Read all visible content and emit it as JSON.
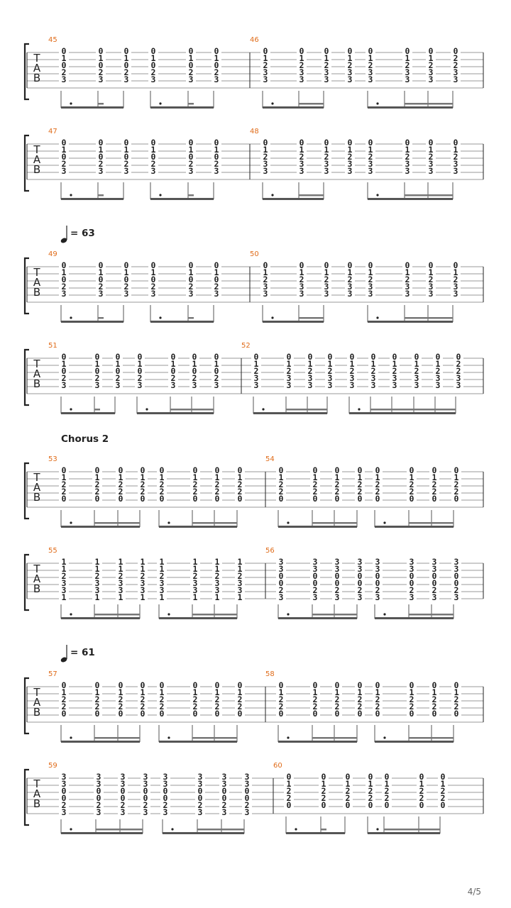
{
  "score": {
    "clef_letters": [
      "T",
      "A",
      "B"
    ],
    "page_number": "4/5",
    "section_labels": [
      {
        "label": "Chorus 2",
        "system": 4
      }
    ],
    "tempo_marks": [
      {
        "value": "= 63",
        "system": 2
      },
      {
        "value": "= 61",
        "system": 6
      }
    ],
    "systems": [
      {
        "measures": [
          {
            "number": "45",
            "strings": 5,
            "beats": [
              [
                "0",
                "1",
                "0",
                "2",
                "3"
              ],
              [
                "0",
                "1",
                "0",
                "2",
                "3"
              ],
              [
                "0",
                "1",
                "0",
                "2",
                "3"
              ],
              [
                "0",
                "1",
                "0",
                "2",
                "3"
              ],
              [
                "0",
                "1",
                "0",
                "2",
                "3"
              ],
              [
                "0",
                "1",
                "0",
                "2",
                "3"
              ]
            ]
          },
          {
            "number": "46",
            "strings": 5,
            "beats": [
              [
                "0",
                "1",
                "2",
                "3",
                "3"
              ],
              [
                "0",
                "1",
                "2",
                "3",
                "3"
              ],
              [
                "0",
                "1",
                "2",
                "3",
                "3"
              ],
              [
                "0",
                "1",
                "2",
                "3",
                "3"
              ],
              [
                "0",
                "1",
                "2",
                "3",
                "3"
              ],
              [
                "0",
                "1",
                "2",
                "3",
                "3"
              ],
              [
                "0",
                "1",
                "2",
                "3",
                "3"
              ],
              [
                "0",
                "2",
                "2",
                "3",
                "3"
              ]
            ]
          }
        ]
      },
      {
        "measures": [
          {
            "number": "47",
            "strings": 5,
            "beats": [
              [
                "0",
                "1",
                "0",
                "2",
                "3"
              ],
              [
                "0",
                "1",
                "0",
                "2",
                "3"
              ],
              [
                "0",
                "1",
                "0",
                "2",
                "3"
              ],
              [
                "0",
                "1",
                "0",
                "2",
                "3"
              ],
              [
                "0",
                "1",
                "0",
                "2",
                "3"
              ],
              [
                "0",
                "1",
                "0",
                "2",
                "3"
              ]
            ]
          },
          {
            "number": "48",
            "strings": 5,
            "beats": [
              [
                "0",
                "1",
                "2",
                "3",
                "3"
              ],
              [
                "0",
                "1",
                "2",
                "3",
                "3"
              ],
              [
                "0",
                "1",
                "2",
                "3",
                "3"
              ],
              [
                "0",
                "1",
                "2",
                "3",
                "3"
              ],
              [
                "0",
                "1",
                "2",
                "3",
                "3"
              ],
              [
                "0",
                "1",
                "2",
                "3",
                "3"
              ],
              [
                "0",
                "1",
                "2",
                "3",
                "3"
              ],
              [
                "0",
                "1",
                "2",
                "3",
                "3"
              ]
            ]
          }
        ]
      },
      {
        "measures": [
          {
            "number": "49",
            "strings": 5,
            "beats": [
              [
                "0",
                "1",
                "0",
                "2",
                "3"
              ],
              [
                "0",
                "1",
                "0",
                "2",
                "3"
              ],
              [
                "0",
                "1",
                "0",
                "2",
                "3"
              ],
              [
                "0",
                "1",
                "0",
                "2",
                "3"
              ],
              [
                "0",
                "1",
                "0",
                "2",
                "3"
              ],
              [
                "0",
                "1",
                "0",
                "2",
                "3"
              ]
            ]
          },
          {
            "number": "50",
            "strings": 5,
            "beats": [
              [
                "0",
                "1",
                "2",
                "3",
                "3"
              ],
              [
                "0",
                "1",
                "2",
                "3",
                "3"
              ],
              [
                "0",
                "1",
                "2",
                "3",
                "3"
              ],
              [
                "0",
                "1",
                "2",
                "3",
                "3"
              ],
              [
                "0",
                "1",
                "2",
                "3",
                "3"
              ],
              [
                "0",
                "1",
                "2",
                "3",
                "3"
              ],
              [
                "0",
                "1",
                "2",
                "3",
                "3"
              ],
              [
                "0",
                "1",
                "2",
                "3",
                "3"
              ]
            ]
          }
        ]
      },
      {
        "measures": [
          {
            "number": "51",
            "strings": 5,
            "beats": [
              [
                "0",
                "1",
                "0",
                "2",
                "3"
              ],
              [
                "0",
                "1",
                "0",
                "2",
                "3"
              ],
              [
                "0",
                "1",
                "0",
                "2",
                "3"
              ],
              [
                "0",
                "1",
                "0",
                "2",
                "3"
              ],
              [
                "0",
                "1",
                "0",
                "2",
                "3"
              ],
              [
                "0",
                "1",
                "0",
                "2",
                "3"
              ],
              [
                "0",
                "1",
                "0",
                "2",
                "3"
              ]
            ]
          },
          {
            "number": "52",
            "strings": 5,
            "beats": [
              [
                "0",
                "1",
                "2",
                "3",
                "3"
              ],
              [
                "0",
                "1",
                "2",
                "3",
                "3"
              ],
              [
                "0",
                "1",
                "2",
                "3",
                "3"
              ],
              [
                "0",
                "1",
                "2",
                "3",
                "3"
              ],
              [
                "0",
                "1",
                "2",
                "3",
                "3"
              ],
              [
                "0",
                "1",
                "2",
                "3",
                "3"
              ],
              [
                "0",
                "1",
                "2",
                "3",
                "3"
              ],
              [
                "0",
                "1",
                "2",
                "3",
                "3"
              ],
              [
                "0",
                "1",
                "2",
                "3",
                "3"
              ],
              [
                "0",
                "2",
                "2",
                "3",
                "3"
              ]
            ]
          }
        ]
      },
      {
        "measures": [
          {
            "number": "53",
            "strings": 5,
            "beats": [
              [
                "0",
                "1",
                "2",
                "2",
                "0"
              ],
              [
                "0",
                "1",
                "2",
                "2",
                "0"
              ],
              [
                "0",
                "1",
                "2",
                "2",
                "0"
              ],
              [
                "0",
                "1",
                "2",
                "2",
                "0"
              ],
              [
                "0",
                "1",
                "2",
                "2",
                "0"
              ],
              [
                "0",
                "1",
                "2",
                "2",
                "0"
              ],
              [
                "0",
                "1",
                "2",
                "2",
                "0"
              ],
              [
                "0",
                "1",
                "2",
                "2",
                "0"
              ]
            ]
          },
          {
            "number": "54",
            "strings": 5,
            "beats": [
              [
                "0",
                "1",
                "2",
                "2",
                "0"
              ],
              [
                "0",
                "1",
                "2",
                "2",
                "0"
              ],
              [
                "0",
                "1",
                "2",
                "2",
                "0"
              ],
              [
                "0",
                "1",
                "2",
                "2",
                "0"
              ],
              [
                "0",
                "1",
                "2",
                "2",
                "0"
              ],
              [
                "0",
                "1",
                "2",
                "2",
                "0"
              ],
              [
                "0",
                "1",
                "2",
                "2",
                "0"
              ],
              [
                "0",
                "1",
                "2",
                "2",
                "0"
              ]
            ]
          }
        ]
      },
      {
        "measures": [
          {
            "number": "55",
            "strings": 6,
            "beats": [
              [
                "1",
                "1",
                "2",
                "3",
                "3",
                "1"
              ],
              [
                "1",
                "1",
                "2",
                "3",
                "3",
                "1"
              ],
              [
                "1",
                "1",
                "2",
                "3",
                "3",
                "1"
              ],
              [
                "1",
                "1",
                "2",
                "3",
                "3",
                "1"
              ],
              [
                "1",
                "1",
                "2",
                "3",
                "3",
                "1"
              ],
              [
                "1",
                "1",
                "2",
                "3",
                "3",
                "1"
              ],
              [
                "1",
                "1",
                "2",
                "3",
                "3",
                "1"
              ],
              [
                "1",
                "1",
                "2",
                "3",
                "3",
                "1"
              ]
            ]
          },
          {
            "number": "56",
            "strings": 6,
            "beats": [
              [
                "3",
                "3",
                "0",
                "0",
                "2",
                "3"
              ],
              [
                "3",
                "3",
                "0",
                "0",
                "2",
                "3"
              ],
              [
                "3",
                "3",
                "0",
                "0",
                "2",
                "3"
              ],
              [
                "3",
                "3",
                "0",
                "0",
                "2",
                "3"
              ],
              [
                "3",
                "3",
                "0",
                "0",
                "2",
                "3"
              ],
              [
                "3",
                "3",
                "0",
                "0",
                "2",
                "3"
              ],
              [
                "3",
                "3",
                "0",
                "0",
                "2",
                "3"
              ],
              [
                "3",
                "3",
                "0",
                "0",
                "2",
                "3"
              ]
            ]
          }
        ]
      },
      {
        "measures": [
          {
            "number": "57",
            "strings": 5,
            "beats": [
              [
                "0",
                "1",
                "2",
                "2",
                "0"
              ],
              [
                "0",
                "1",
                "2",
                "2",
                "0"
              ],
              [
                "0",
                "1",
                "2",
                "2",
                "0"
              ],
              [
                "0",
                "1",
                "2",
                "2",
                "0"
              ],
              [
                "0",
                "1",
                "2",
                "2",
                "0"
              ],
              [
                "0",
                "1",
                "2",
                "2",
                "0"
              ],
              [
                "0",
                "1",
                "2",
                "2",
                "0"
              ],
              [
                "0",
                "1",
                "2",
                "2",
                "0"
              ]
            ]
          },
          {
            "number": "58",
            "strings": 5,
            "beats": [
              [
                "0",
                "1",
                "2",
                "2",
                "0"
              ],
              [
                "0",
                "1",
                "2",
                "2",
                "0"
              ],
              [
                "0",
                "1",
                "2",
                "2",
                "0"
              ],
              [
                "0",
                "1",
                "2",
                "2",
                "0"
              ],
              [
                "0",
                "1",
                "2",
                "2",
                "0"
              ],
              [
                "0",
                "1",
                "2",
                "2",
                "0"
              ],
              [
                "0",
                "1",
                "2",
                "2",
                "0"
              ],
              [
                "0",
                "1",
                "2",
                "2",
                "0"
              ]
            ]
          }
        ]
      },
      {
        "measures": [
          {
            "number": "59",
            "strings": 6,
            "beats": [
              [
                "3",
                "3",
                "0",
                "0",
                "2",
                "3"
              ],
              [
                "3",
                "3",
                "0",
                "0",
                "2",
                "3"
              ],
              [
                "3",
                "3",
                "0",
                "0",
                "2",
                "3"
              ],
              [
                "3",
                "3",
                "0",
                "0",
                "2",
                "3"
              ],
              [
                "3",
                "3",
                "0",
                "0",
                "2",
                "3"
              ],
              [
                "3",
                "3",
                "0",
                "0",
                "2",
                "3"
              ],
              [
                "3",
                "3",
                "0",
                "0",
                "2",
                "3"
              ],
              [
                "3",
                "3",
                "0",
                "0",
                "2",
                "3"
              ]
            ]
          },
          {
            "number": "60",
            "strings": 5,
            "beats": [
              [
                "0",
                "1",
                "2",
                "2",
                "0"
              ],
              [
                "0",
                "1",
                "2",
                "2",
                "0"
              ],
              [
                "0",
                "1",
                "2",
                "2",
                "0"
              ],
              [
                "0",
                "1",
                "2",
                "2",
                "0"
              ],
              [
                "0",
                "1",
                "2",
                "2",
                "0"
              ],
              [
                "0",
                "1",
                "2",
                "2",
                "0"
              ],
              [
                "0",
                "1",
                "2",
                "2",
                "0"
              ]
            ]
          }
        ]
      }
    ]
  }
}
